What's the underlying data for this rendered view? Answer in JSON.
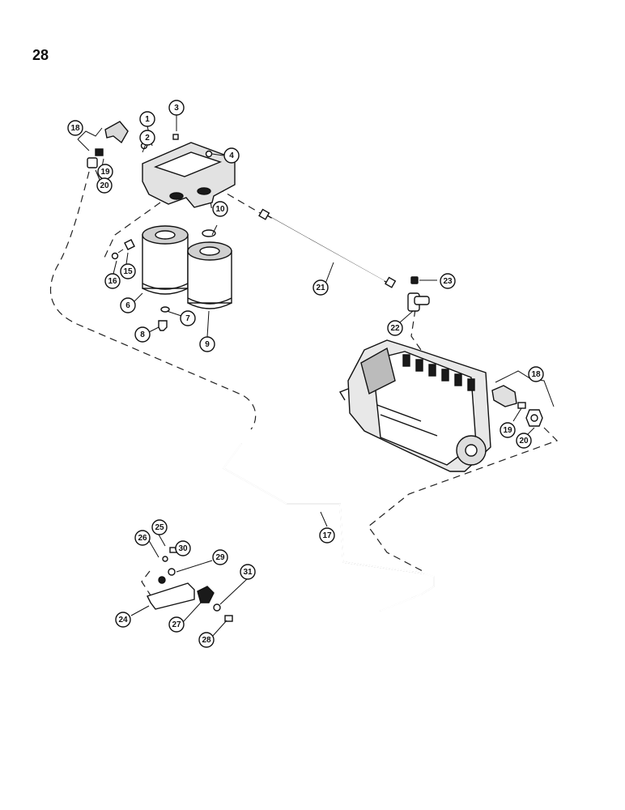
{
  "page": {
    "number": "28"
  },
  "callouts": [
    {
      "label": "1"
    },
    {
      "label": "2"
    },
    {
      "label": "3"
    },
    {
      "label": "4"
    },
    {
      "label": "18"
    },
    {
      "label": "19"
    },
    {
      "label": "20"
    },
    {
      "label": "10"
    },
    {
      "label": "15"
    },
    {
      "label": "16"
    },
    {
      "label": "6"
    },
    {
      "label": "7"
    },
    {
      "label": "8"
    },
    {
      "label": "9"
    },
    {
      "label": "21"
    },
    {
      "label": "23"
    },
    {
      "label": "22"
    },
    {
      "label": "18"
    },
    {
      "label": "19"
    },
    {
      "label": "20"
    },
    {
      "label": "17"
    },
    {
      "label": "25"
    },
    {
      "label": "26"
    },
    {
      "label": "30"
    },
    {
      "label": "29"
    },
    {
      "label": "31"
    },
    {
      "label": "24"
    },
    {
      "label": "27"
    },
    {
      "label": "28"
    }
  ]
}
